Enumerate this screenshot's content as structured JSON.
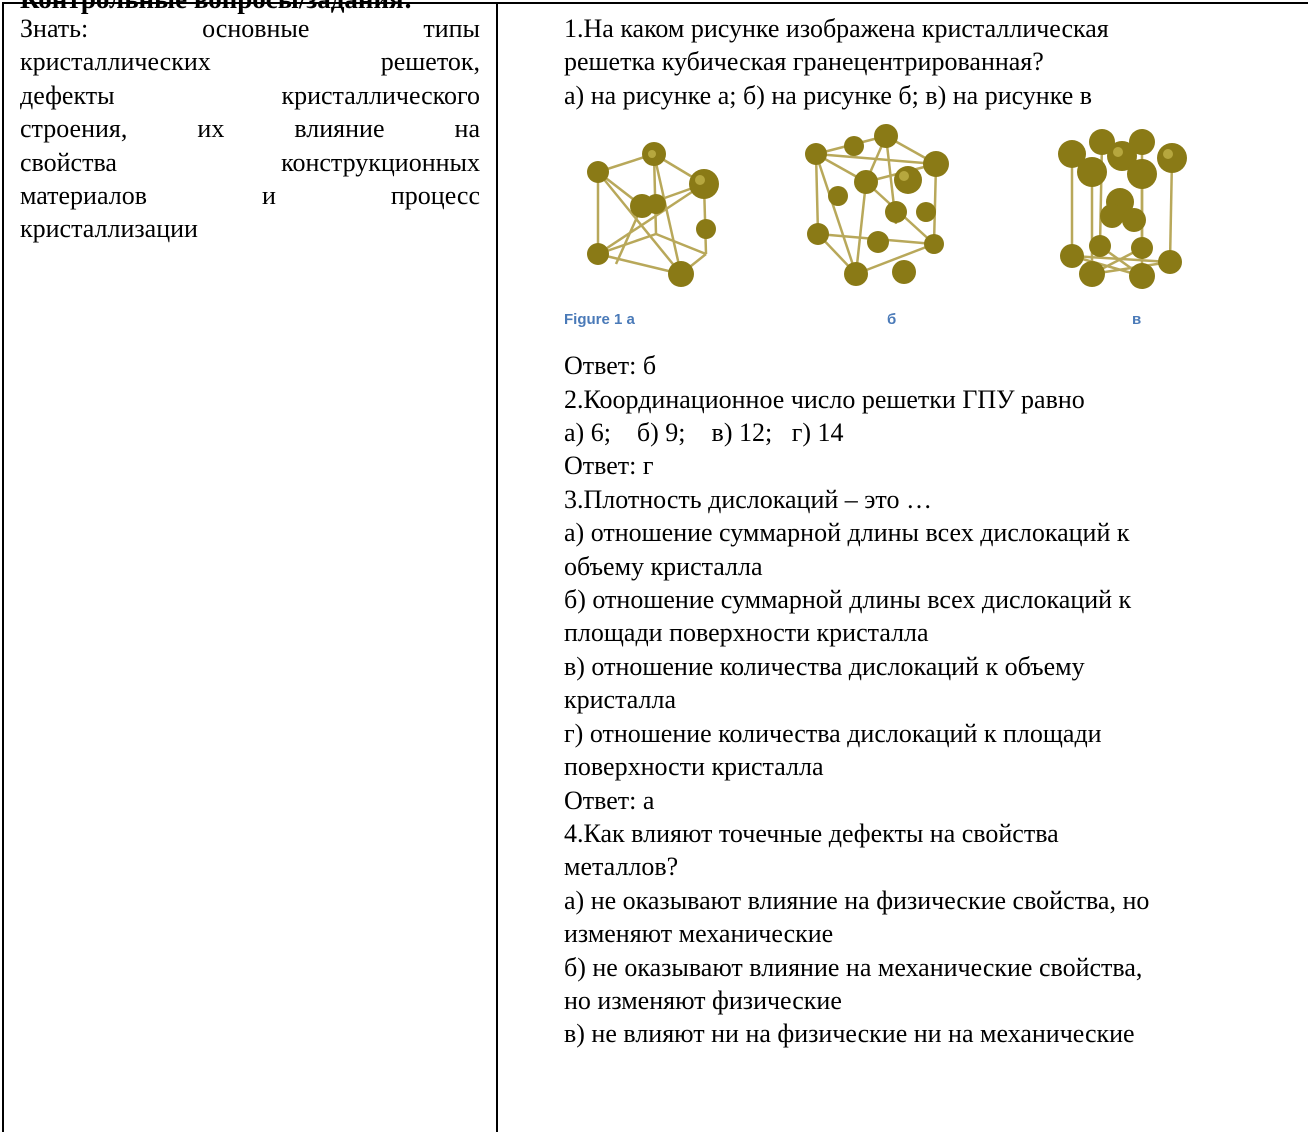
{
  "header": {
    "title": "Контрольные вопросы/задания:"
  },
  "left": {
    "lines": [
      "Знать: основные типы",
      "кристаллических решеток,",
      "дефекты кристаллического",
      "строения, их влияние на",
      "свойства конструкционных",
      "материалов и процесс",
      "кристаллизации"
    ]
  },
  "q1": {
    "line1": "1.На каком рисунке изображена кристаллическая",
    "line2": "решетка кубическая гранецентрированная?",
    "options": "а) на рисунке  а; б) на рисунке  б; в) на рисунке  в",
    "caption_a": "Figure 1 а",
    "caption_b": "б",
    "caption_c": "в",
    "answer": "Ответ: б"
  },
  "q2": {
    "question": "2.Координационное число решетки ГПУ равно",
    "opt_a": "а) 6;",
    "opt_b": "б) 9;",
    "opt_c": "в) 12;",
    "opt_d": "г) 14",
    "answer": "Ответ: г"
  },
  "q3": {
    "question": "3.Плотность дислокаций – это …",
    "a1": "а) отношение суммарной длины всех дислокаций к",
    "a2": "объему кристалла",
    "b1": "б) отношение суммарной длины всех дислокаций к",
    "b2": "площади поверхности кристалла",
    "c1": "в) отношение количества дислокаций к объему",
    "c2": "кристалла",
    "d1": "г) отношение количества дислокаций к площади",
    "d2": "поверхности кристалла",
    "answer": "Ответ: а"
  },
  "q4": {
    "q1": "4.Как влияют точечные дефекты на свойства",
    "q2": "металлов?",
    "a1": "а) не оказывают влияние на физические свойства, но",
    "a2": "изменяют механические",
    "b1": "б) не оказывают влияние на механические свойства,",
    "b2": "но изменяют физические",
    "c1": "в) не влияют ни на физические ни на механические"
  },
  "colors": {
    "atom": "#8a7a16",
    "atom_highlight": "#d4c45a",
    "bond": "#b8a85a",
    "caption": "#4a7ab8"
  }
}
